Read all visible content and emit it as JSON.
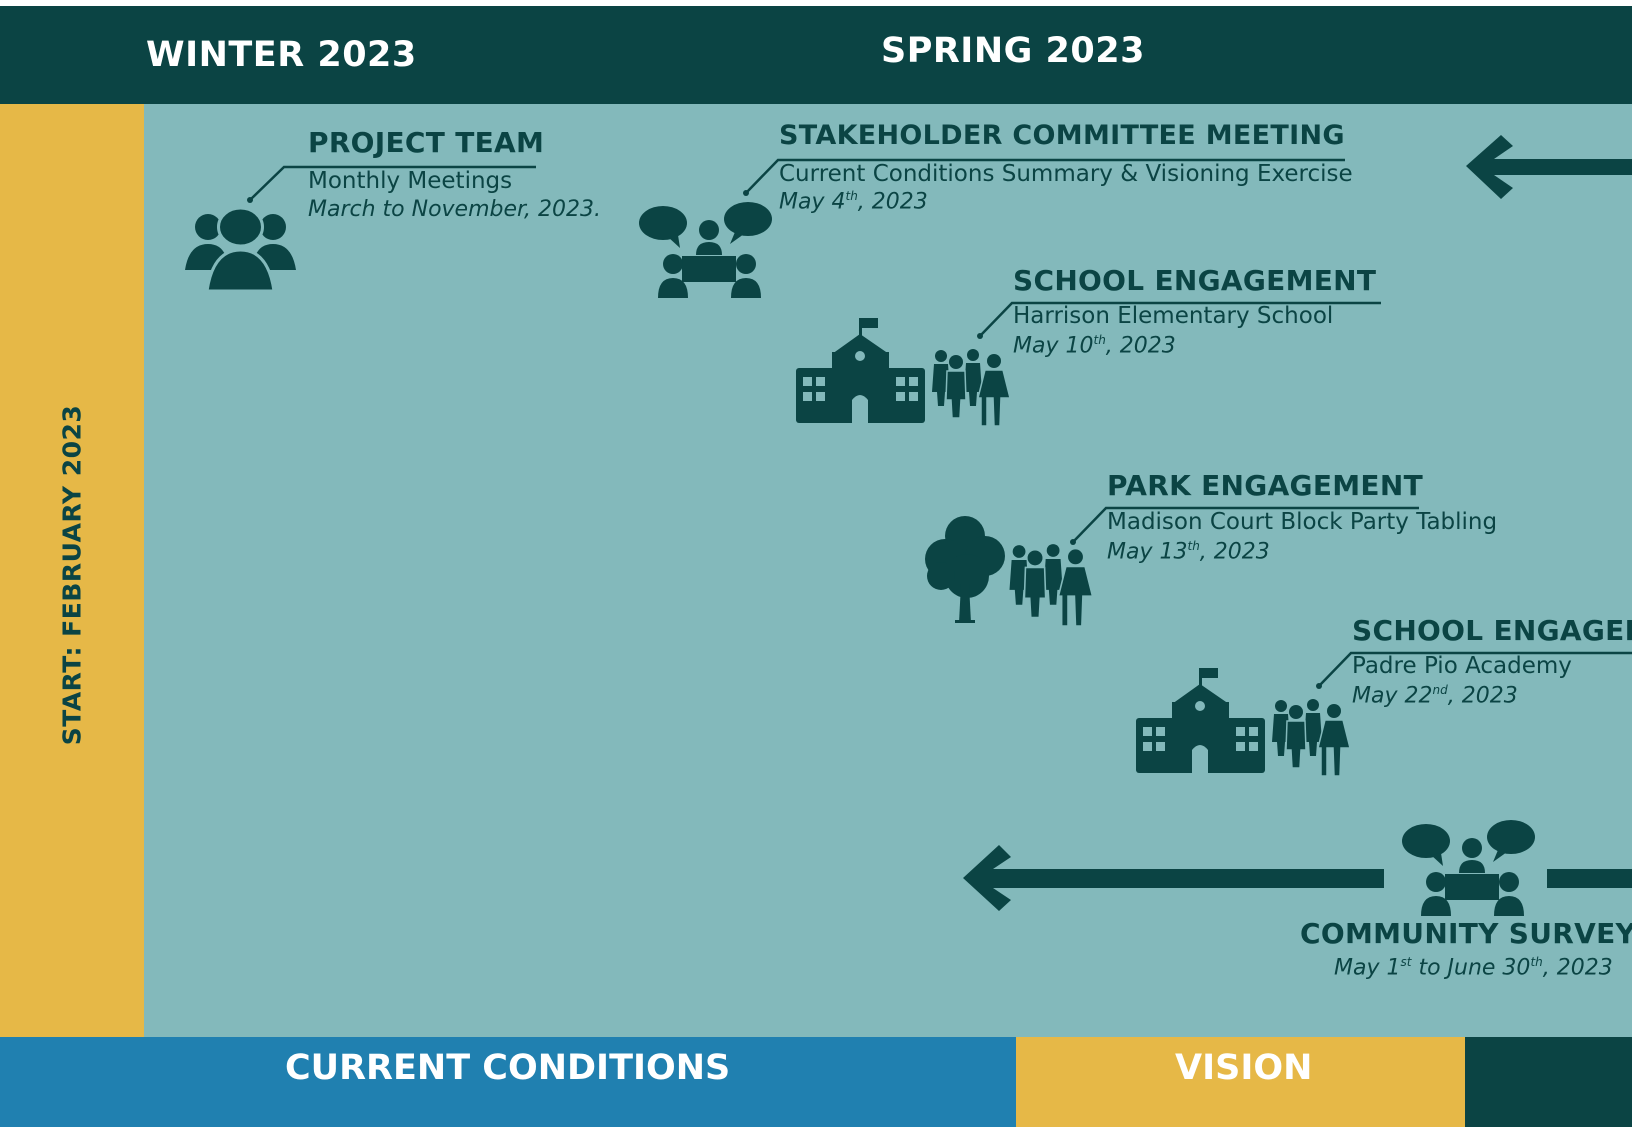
{
  "header": {
    "season_1": "WINTER 2023",
    "season_2": "SPRING 2023"
  },
  "sidebar": {
    "label": "START: FEBRUARY 2023"
  },
  "events": {
    "project_team": {
      "title": "PROJECT TEAM",
      "subtitle": "Monthly Meetings",
      "date": "March to November, 2023."
    },
    "stakeholder": {
      "title": "STAKEHOLDER COMMITTEE MEETING",
      "subtitle": "Current Conditions Summary & Visioning Exercise",
      "date_pre": "May 4",
      "date_sup": "th",
      "date_post": ", 2023"
    },
    "school_1": {
      "title": "SCHOOL ENGAGEMENT",
      "subtitle": "Harrison Elementary School",
      "date_pre": "May 10",
      "date_sup": "th",
      "date_post": ", 2023"
    },
    "park": {
      "title": "PARK ENGAGEMENT",
      "subtitle": "Madison Court Block Party Tabling",
      "date_pre": "May 13",
      "date_sup": "th",
      "date_post": ", 2023"
    },
    "school_2": {
      "title": "SCHOOL ENGAGEM",
      "subtitle": "Padre Pio Academy",
      "date_pre": "May 22",
      "date_sup": "nd",
      "date_post": ", 2023"
    },
    "survey": {
      "title": "COMMUNITY SURVEY",
      "date_pre1": "May 1",
      "date_sup1": "st",
      "date_mid": " to June 30",
      "date_sup2": "th",
      "date_post": ", 2023"
    }
  },
  "phases": {
    "current": "CURRENT CONDITIONS",
    "vision": "VISION"
  },
  "colors": {
    "dark_teal": "#0b4444",
    "light_teal": "#83b9bb",
    "gold": "#e6b847",
    "blue": "#2080b0"
  },
  "icons": [
    "group-icon",
    "meeting-icon",
    "school-icon",
    "family-icon",
    "tree-icon",
    "arrow-left-icon"
  ]
}
